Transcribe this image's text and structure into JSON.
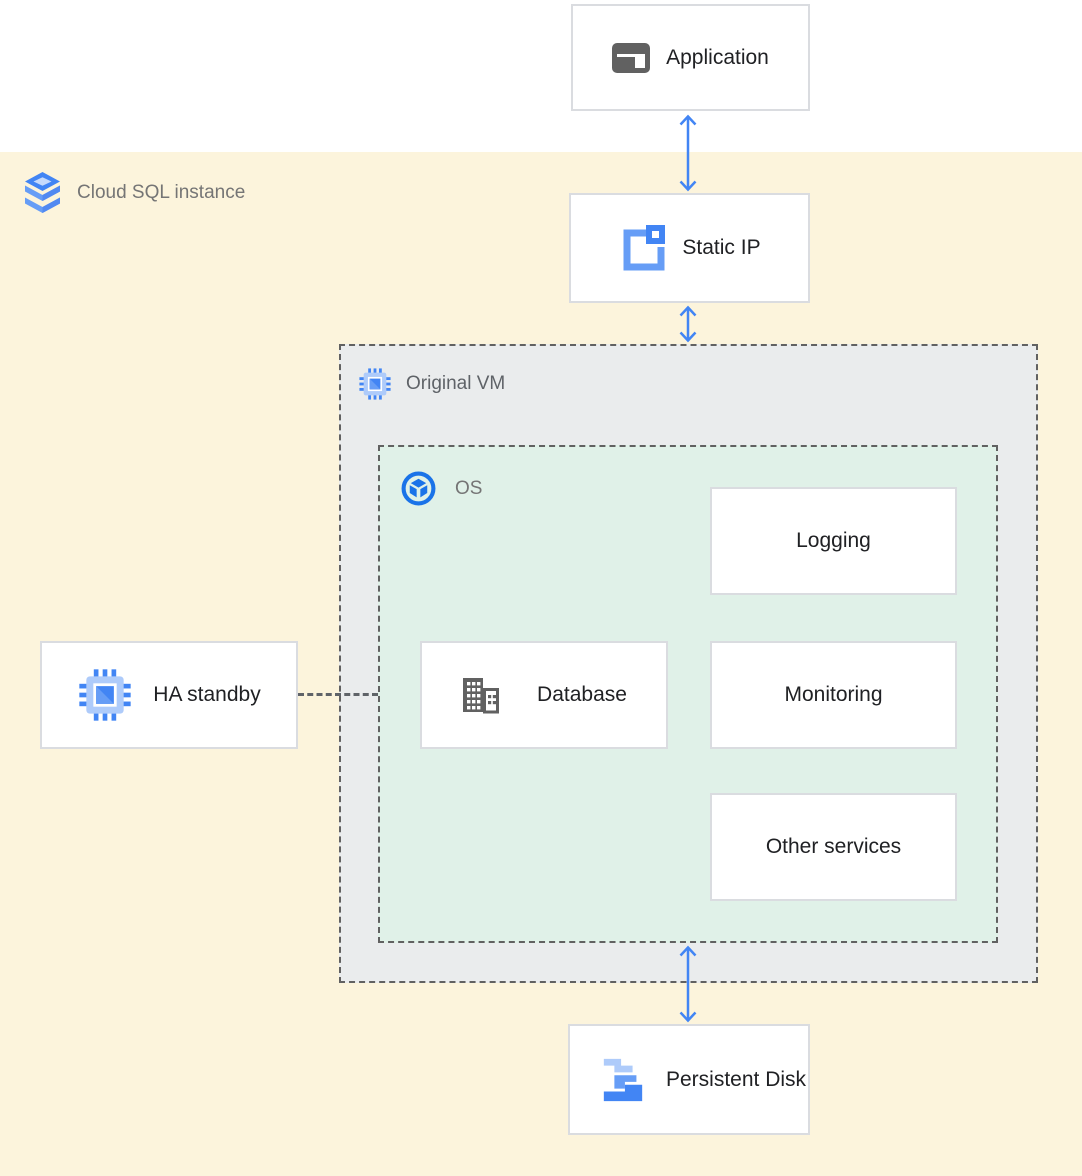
{
  "diagram": {
    "region": {
      "label": "Cloud SQL instance"
    },
    "nodes": {
      "application": {
        "label": "Application"
      },
      "static_ip": {
        "label": "Static IP"
      },
      "original_vm": {
        "label": "Original VM"
      },
      "os": {
        "label": "OS"
      },
      "logging": {
        "label": "Logging"
      },
      "database": {
        "label": "Database"
      },
      "monitoring": {
        "label": "Monitoring"
      },
      "other_services": {
        "label": "Other services"
      },
      "ha_standby": {
        "label": "HA standby"
      },
      "persistent_disk": {
        "label": "Persistent Disk"
      }
    },
    "icons": [
      "cloud-sql-icon",
      "application-window-icon",
      "external-ip-icon",
      "compute-engine-icon",
      "os-icon",
      "database-building-icon",
      "persistent-disk-icon",
      "double-arrow-icon"
    ],
    "colors": {
      "canvas_top": "#FFFFFF",
      "cloud_sql_region_bg": "#FCF4DC",
      "vm_region_bg": "#EAECED",
      "os_region_bg": "#E0F1E8",
      "node_border": "#DADCE0",
      "dashed_border": "#616161",
      "arrow_blue": "#4285F4",
      "node_text": "#202124",
      "region_text": "#757575",
      "icon_gray": "#616161",
      "google_blue": "#4285F4",
      "google_blue_light": "#669DF6",
      "google_blue_pale": "#AECBFA"
    }
  }
}
